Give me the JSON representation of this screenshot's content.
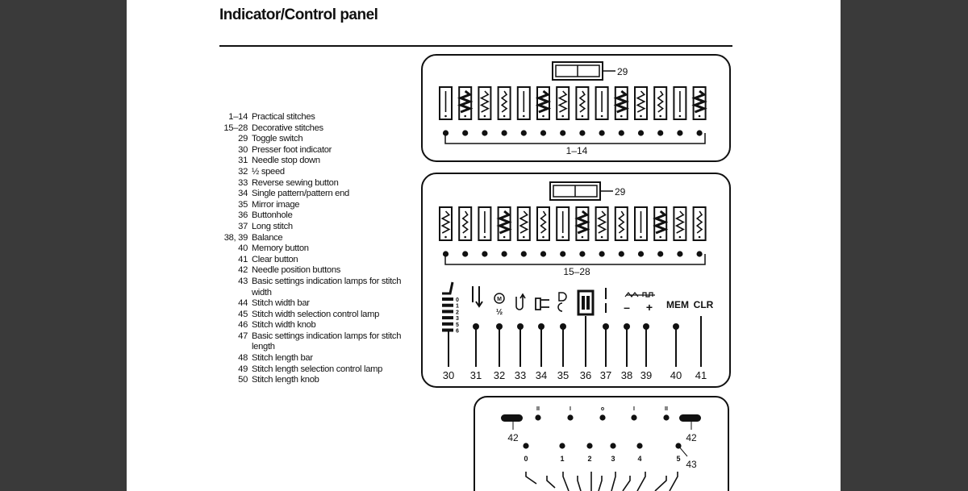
{
  "title": "Indicator/Control panel",
  "legend": [
    {
      "num": "1–14",
      "text": "Practical stitches"
    },
    {
      "num": "15–28",
      "text": "Decorative stitches"
    },
    {
      "num": "29",
      "text": "Toggle switch"
    },
    {
      "num": "30",
      "text": "Presser foot indicator"
    },
    {
      "num": "31",
      "text": "Needle stop down"
    },
    {
      "num": "32",
      "text": "½ speed"
    },
    {
      "num": "33",
      "text": "Reverse sewing button"
    },
    {
      "num": "34",
      "text": "Single pattern/pattern end"
    },
    {
      "num": "35",
      "text": "Mirror image"
    },
    {
      "num": "36",
      "text": "Buttonhole"
    },
    {
      "num": "37",
      "text": "Long stitch"
    },
    {
      "num": "38, 39",
      "text": "Balance"
    },
    {
      "num": "40",
      "text": "Memory button"
    },
    {
      "num": "41",
      "text": "Clear button"
    },
    {
      "num": "42",
      "text": "Needle position buttons"
    },
    {
      "num": "43",
      "text": "Basic settings indication lamps for stitch width"
    },
    {
      "num": "44",
      "text": "Stitch width bar"
    },
    {
      "num": "45",
      "text": "Stitch width selection control lamp"
    },
    {
      "num": "46",
      "text": "Stitch width knob"
    },
    {
      "num": "47",
      "text": "Basic settings indication lamps for stitch length"
    },
    {
      "num": "48",
      "text": "Stitch length bar"
    },
    {
      "num": "49",
      "text": "Stitch length selection control lamp"
    },
    {
      "num": "50",
      "text": "Stitch length knob"
    }
  ],
  "panel1": {
    "toggle_label": "29",
    "range_label": "1–14"
  },
  "panel2": {
    "toggle_label": "29",
    "range_label": "15–28",
    "presser_scale": [
      "0",
      "1",
      "2",
      "3",
      "5",
      "6"
    ],
    "half_label": "½",
    "mem": "MEM",
    "clr": "CLR",
    "minus": "–",
    "plus": "+",
    "numbers": [
      "30",
      "31",
      "32",
      "33",
      "34",
      "35",
      "36",
      "37",
      "38",
      "39",
      "40",
      "41"
    ]
  },
  "panel3": {
    "needle_marks": [
      "II",
      "I",
      "o",
      "I",
      "II"
    ],
    "left_label": "42",
    "right_label": "42",
    "width_scale": [
      "0",
      "1",
      "2",
      "3",
      "4",
      "5"
    ],
    "lamp_label": "43"
  }
}
